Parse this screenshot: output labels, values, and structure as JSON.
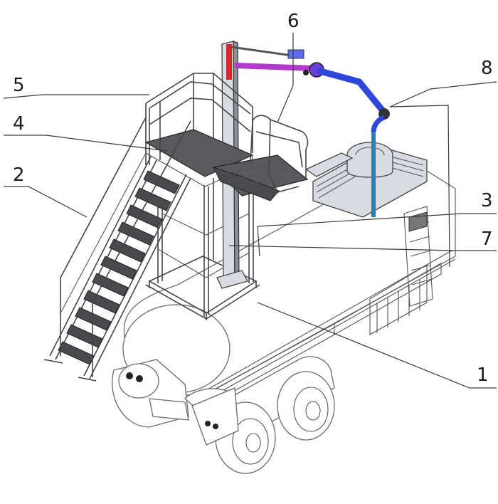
{
  "figure": {
    "callouts": [
      {
        "id": "1",
        "label": "1"
      },
      {
        "id": "2",
        "label": "2"
      },
      {
        "id": "3",
        "label": "3"
      },
      {
        "id": "4",
        "label": "4"
      },
      {
        "id": "5",
        "label": "5"
      },
      {
        "id": "6",
        "label": "6"
      },
      {
        "id": "7",
        "label": "7"
      },
      {
        "id": "8",
        "label": "8"
      }
    ],
    "colors": {
      "arm_red": "#d22a2a",
      "arm_magenta": "#b13cc9",
      "arm_purple": "#6b3fd6",
      "arm_blue": "#2f47d8",
      "pipe_teal": "#2a7fae",
      "steel": "#d9dbe3",
      "tread": "#4a4a4e"
    }
  }
}
